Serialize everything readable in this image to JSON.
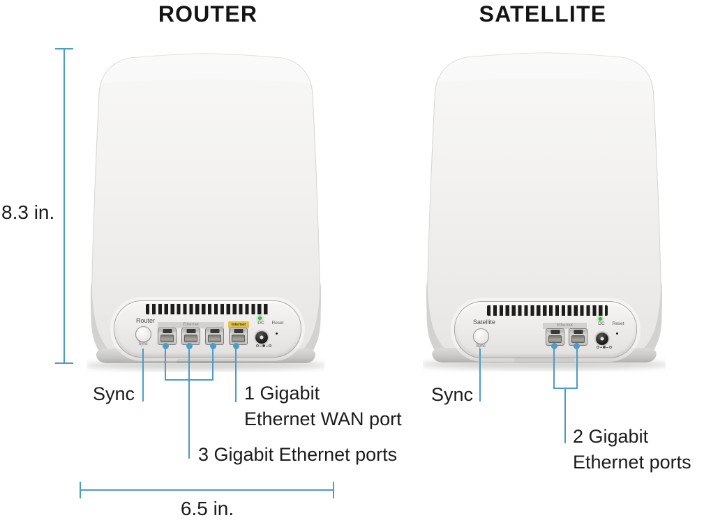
{
  "titles": {
    "router": "ROUTER",
    "satellite": "SATELLITE"
  },
  "router_panel": {
    "name_label": "Router",
    "sync_button_small_label": "Sync",
    "ethernet_group_label": "Ethernet",
    "internet_port_label": "Internet",
    "dc_label": "DC",
    "reset_label": "Reset"
  },
  "satellite_panel": {
    "name_label": "Satellite",
    "sync_button_small_label": "Sync",
    "ethernet_group_label": "Ethernet",
    "dc_label": "DC",
    "reset_label": "Reset"
  },
  "callouts": {
    "router_sync": "Sync",
    "router_wan_line1": "1 Gigabit",
    "router_wan_line2": "Ethernet WAN port",
    "router_lan": "3 Gigabit Ethernet ports",
    "satellite_sync": "Sync",
    "satellite_lan_line1": "2 Gigabit",
    "satellite_lan_line2": "Ethernet ports"
  },
  "dimensions": {
    "height_label": "8.3 in.",
    "width_label": "6.5 in."
  },
  "colors": {
    "callout_blue": "#4A9CC9",
    "internet_tag_bg": "#E3C347",
    "led_green": "#3DB54A"
  }
}
